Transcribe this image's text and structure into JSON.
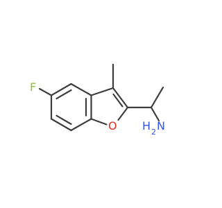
{
  "molecule": {
    "atoms": {
      "fluorine": {
        "symbol": "F",
        "color": "#8fbf3a"
      },
      "oxygen": {
        "symbol": "O",
        "color": "#e03020"
      },
      "nitrogen": {
        "symbol": "N",
        "color": "#3050f8"
      },
      "hydrogen_count": "H",
      "hydrogen_subscript": "2"
    },
    "bond_color": "#3d3d3d"
  }
}
